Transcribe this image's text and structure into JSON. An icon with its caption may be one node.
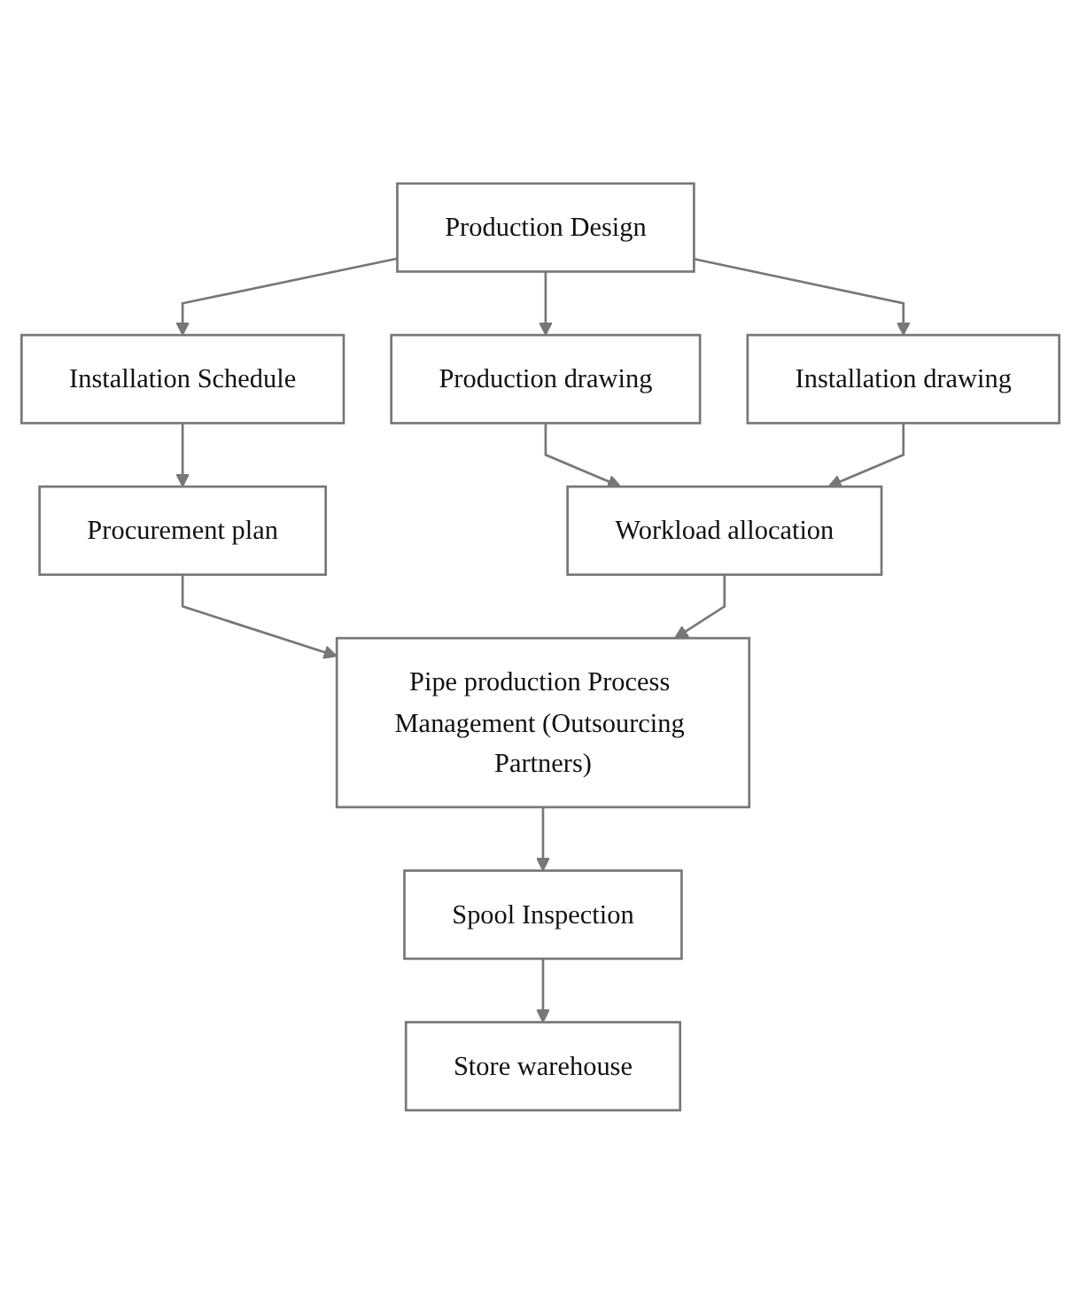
{
  "diagram": {
    "nodes": [
      {
        "text": [
          "Production Design"
        ]
      },
      {
        "text": [
          "Installation Schedule"
        ]
      },
      {
        "text": [
          "Production drawing"
        ]
      },
      {
        "text": [
          "Installation drawing"
        ]
      },
      {
        "text": [
          "Procurement plan"
        ]
      },
      {
        "text": [
          "Workload allocation"
        ]
      },
      {
        "text": [
          "Pipe production Process Management (Outsourcing Partners)"
        ]
      },
      {
        "text": [
          "Spool Inspection"
        ]
      },
      {
        "text": [
          "Store warehouse"
        ]
      }
    ],
    "edges": [
      {
        "from": 0,
        "to": 1,
        "arrow": "to"
      },
      {
        "from": 0,
        "to": 2,
        "arrow": "to"
      },
      {
        "from": 0,
        "to": 3,
        "arrow": "to"
      },
      {
        "from": 1,
        "to": 4,
        "arrow": "to"
      },
      {
        "from": 2,
        "to": 5,
        "arrow": "to"
      },
      {
        "from": 3,
        "to": 5,
        "arrow": "to"
      },
      {
        "from": 4,
        "to": 6,
        "arrow": "to"
      },
      {
        "from": 5,
        "to": 6,
        "arrow": "to"
      },
      {
        "from": 6,
        "to": 7,
        "arrow": "to"
      },
      {
        "from": 7,
        "to": 8,
        "arrow": "to"
      }
    ]
  }
}
